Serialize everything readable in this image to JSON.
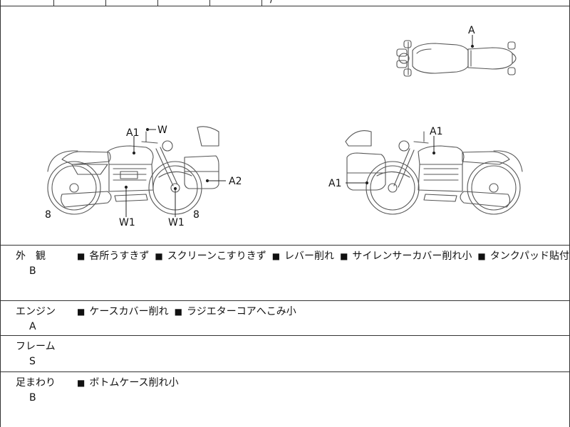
{
  "header": {
    "trail_text": "/"
  },
  "diagram": {
    "top_view_callouts": [
      "A"
    ],
    "left_side_callouts": [
      "A1",
      "W",
      "A2",
      "8",
      "W1",
      "W1",
      "8"
    ],
    "right_side_callouts": [
      "A1",
      "A1"
    ]
  },
  "sections": [
    {
      "label": "外　観",
      "grade": "B",
      "notes": [
        "各所うすきず",
        "スクリーンこすりきず",
        "レバー削れ",
        "サイレンサーカバー削れ小",
        "タンクパッド貼付"
      ]
    },
    {
      "label": "エンジン",
      "grade": "A",
      "notes": [
        "ケースカバー削れ",
        "ラジエターコアへこみ小"
      ]
    },
    {
      "label": "フレーム",
      "grade": "S",
      "notes": []
    },
    {
      "label": "足まわり",
      "grade": "B",
      "notes": [
        "ボトムケース削れ小"
      ]
    }
  ],
  "bullet_glyph": "■"
}
